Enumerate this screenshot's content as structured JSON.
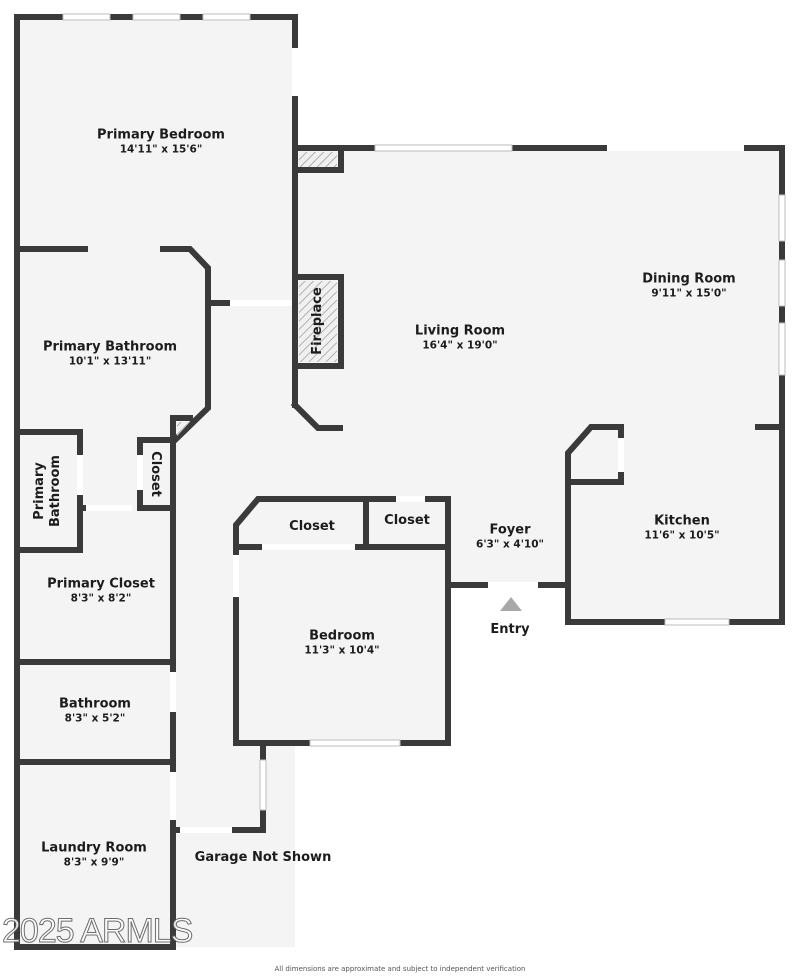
{
  "plan": {
    "colors": {
      "wall": "#3a3a3a",
      "floor": "#f4f4f4",
      "window": "#ffffff",
      "entry_arrow": "#a8a8a8"
    },
    "rooms": [
      {
        "id": "primary-bedroom",
        "name": "Primary Bedroom",
        "dims": "14'11\" x 15'6\""
      },
      {
        "id": "living-room",
        "name": "Living Room",
        "dims": "16'4\" x 19'0\""
      },
      {
        "id": "dining-room",
        "name": "Dining Room",
        "dims": "9'11\" x 15'0\""
      },
      {
        "id": "primary-bathroom",
        "name": "Primary Bathroom",
        "dims": "10'1\" x 13'11\""
      },
      {
        "id": "primary-bathroom-wc",
        "name": "Primary Bathroom",
        "dims": ""
      },
      {
        "id": "closet-hall",
        "name": "Closet",
        "dims": ""
      },
      {
        "id": "closet-bedroom-1",
        "name": "Closet",
        "dims": ""
      },
      {
        "id": "closet-bedroom-2",
        "name": "Closet",
        "dims": ""
      },
      {
        "id": "foyer",
        "name": "Foyer",
        "dims": "6'3\" x 4'10\""
      },
      {
        "id": "kitchen",
        "name": "Kitchen",
        "dims": "11'6\" x 10'5\""
      },
      {
        "id": "primary-closet",
        "name": "Primary Closet",
        "dims": "8'3\" x 8'2\""
      },
      {
        "id": "bedroom",
        "name": "Bedroom",
        "dims": "11'3\" x 10'4\""
      },
      {
        "id": "bathroom",
        "name": "Bathroom",
        "dims": "8'3\" x 5'2\""
      },
      {
        "id": "laundry-room",
        "name": "Laundry Room",
        "dims": "8'3\" x 9'9\""
      }
    ],
    "fixtures": {
      "fireplace": "Fireplace"
    },
    "entry_label": "Entry",
    "garage_note": "Garage Not Shown",
    "watermark": "2025 ARMLS",
    "disclaimer": "All dimensions are approximate and subject to independent verification"
  }
}
